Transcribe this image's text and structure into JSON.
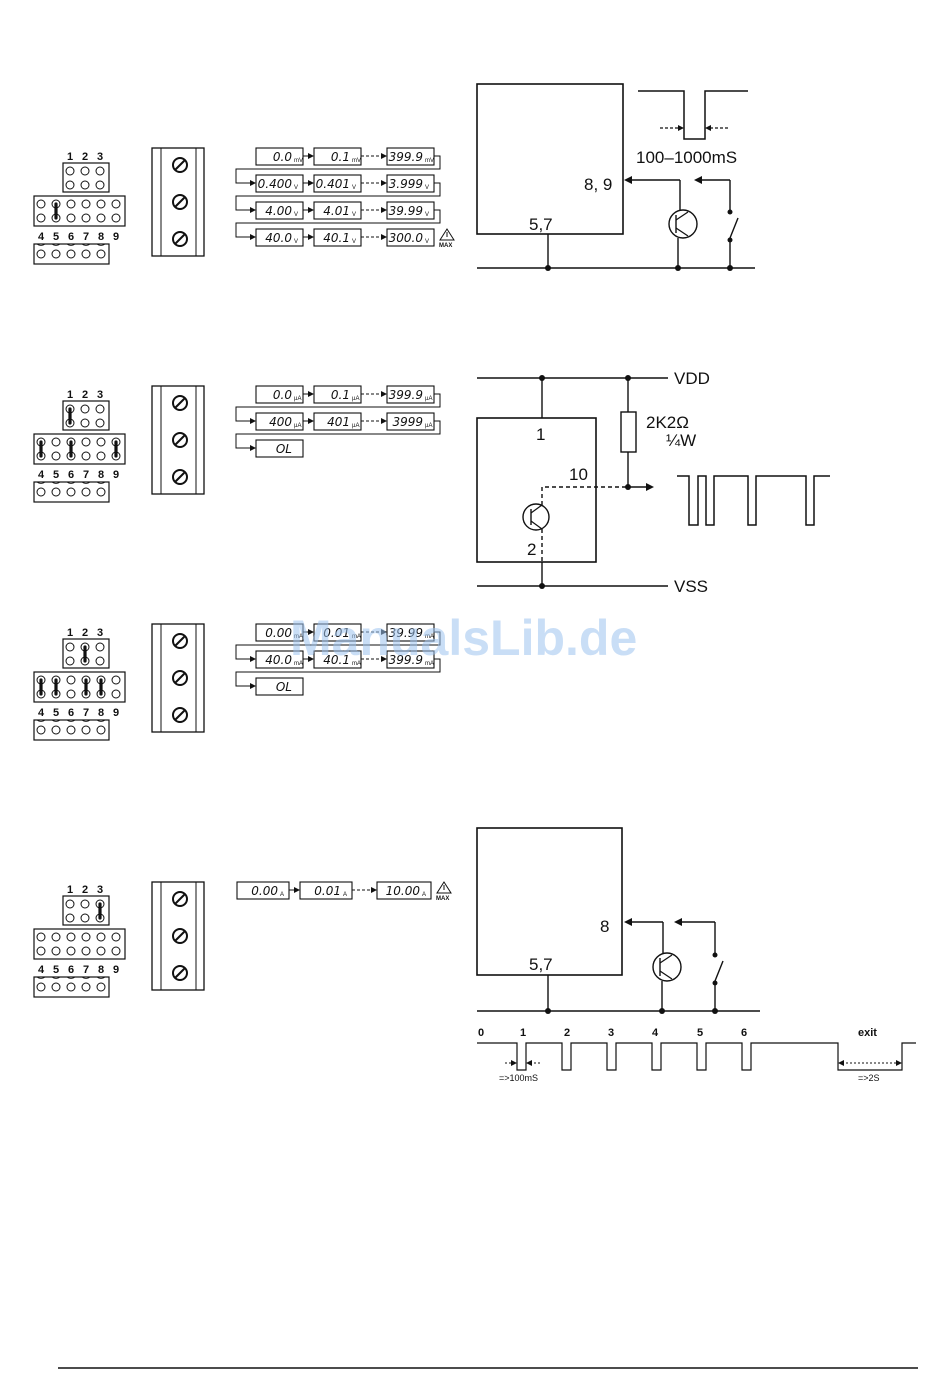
{
  "jumper_labels": {
    "top": [
      "1",
      "2",
      "3"
    ],
    "bottom": [
      "4",
      "5",
      "6",
      "7",
      "8",
      "9"
    ]
  },
  "ranges": [
    {
      "rows": [
        [
          {
            "v": "0.0",
            "u": "mV"
          },
          {
            "v": "0.1",
            "u": "mV"
          },
          {
            "v": "399.9",
            "u": "mV"
          }
        ],
        [
          {
            "v": "0.400",
            "u": "V"
          },
          {
            "v": "0.401",
            "u": "V"
          },
          {
            "v": "3.999",
            "u": "V"
          }
        ],
        [
          {
            "v": "4.00",
            "u": "V"
          },
          {
            "v": "4.01",
            "u": "V"
          },
          {
            "v": "39.99",
            "u": "V"
          }
        ],
        [
          {
            "v": "40.0",
            "u": "V"
          },
          {
            "v": "40.1",
            "u": "V"
          },
          {
            "v": "300.0",
            "u": "V"
          }
        ]
      ],
      "warning": "MAX"
    },
    {
      "rows": [
        [
          {
            "v": "0.0",
            "u": "µA"
          },
          {
            "v": "0.1",
            "u": "µA"
          },
          {
            "v": "399.9",
            "u": "µA"
          }
        ],
        [
          {
            "v": "400",
            "u": "µA"
          },
          {
            "v": "401",
            "u": "µA"
          },
          {
            "v": "3999",
            "u": "µA"
          }
        ],
        [
          {
            "v": "OL",
            "u": ""
          }
        ]
      ]
    },
    {
      "rows": [
        [
          {
            "v": "0.00",
            "u": "mA"
          },
          {
            "v": "0.01",
            "u": "mA"
          },
          {
            "v": "39.99",
            "u": "mA"
          }
        ],
        [
          {
            "v": "40.0",
            "u": "mA"
          },
          {
            "v": "40.1",
            "u": "mA"
          },
          {
            "v": "399.9",
            "u": "mA"
          }
        ],
        [
          {
            "v": "OL",
            "u": ""
          }
        ]
      ]
    },
    {
      "rows": [
        [
          {
            "v": "0.00",
            "u": "A"
          },
          {
            "v": "0.01",
            "u": "A"
          },
          {
            "v": "10.00",
            "u": "A"
          }
        ]
      ],
      "warning": "MAX"
    }
  ],
  "circuit1": {
    "pulse_label": "100–1000mS",
    "input_pins": "8, 9",
    "gnd_pins": "5,7"
  },
  "circuit2": {
    "vdd": "VDD",
    "vss": "VSS",
    "pin_top": "1",
    "pin_out": "10",
    "pin_bottom": "2",
    "resistor": "2K2Ω",
    "power": "¼W"
  },
  "circuit3": {
    "input_pin": "8",
    "gnd_pins": "5,7",
    "timing_labels": [
      "0",
      "1",
      "2",
      "3",
      "4",
      "5",
      "6",
      "exit"
    ],
    "min_pulse": "=>100mS",
    "exit_time": "=>2S"
  },
  "watermark": "ManualsLib.de"
}
